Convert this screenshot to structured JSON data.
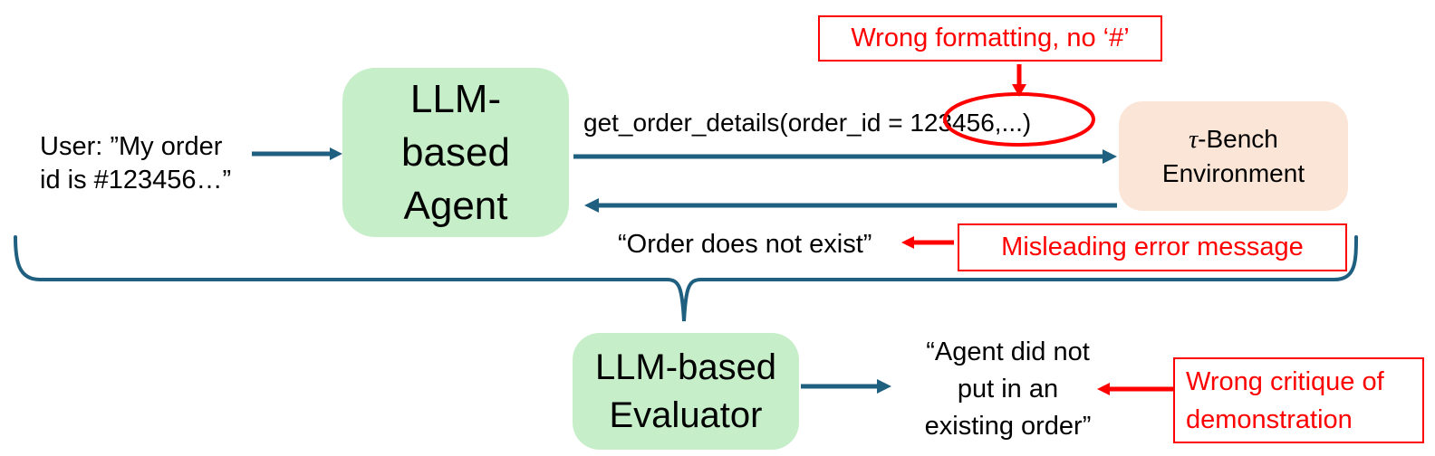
{
  "colors": {
    "agent_box_fill": "#c6eec8",
    "env_box_fill": "#fbe5d6",
    "arrow_blue": "#1f5f7f",
    "annotation_red": "#ff0000",
    "text_black": "#000000"
  },
  "user_message": {
    "text": "User: ”My order\nid is #123456…”"
  },
  "agent_box": {
    "label": "LLM-\nbased\nAgent"
  },
  "function_call": {
    "text": "get_order_details(order_id = 123456,...)"
  },
  "env_box": {
    "tau": "τ",
    "line1": "-Bench",
    "line2": "Environment"
  },
  "env_response": {
    "text": "“Order does not exist”"
  },
  "evaluator_box": {
    "label": "LLM-based\nEvaluator"
  },
  "evaluator_output": {
    "text": "“Agent did not\nput in an\nexisting order”"
  },
  "annotations": {
    "wrong_formatting": {
      "label": "Wrong formatting, no ‘#’"
    },
    "misleading_error": {
      "label": "Misleading error message"
    },
    "wrong_critique": {
      "label": "Wrong critique of\ndemonstration"
    }
  }
}
